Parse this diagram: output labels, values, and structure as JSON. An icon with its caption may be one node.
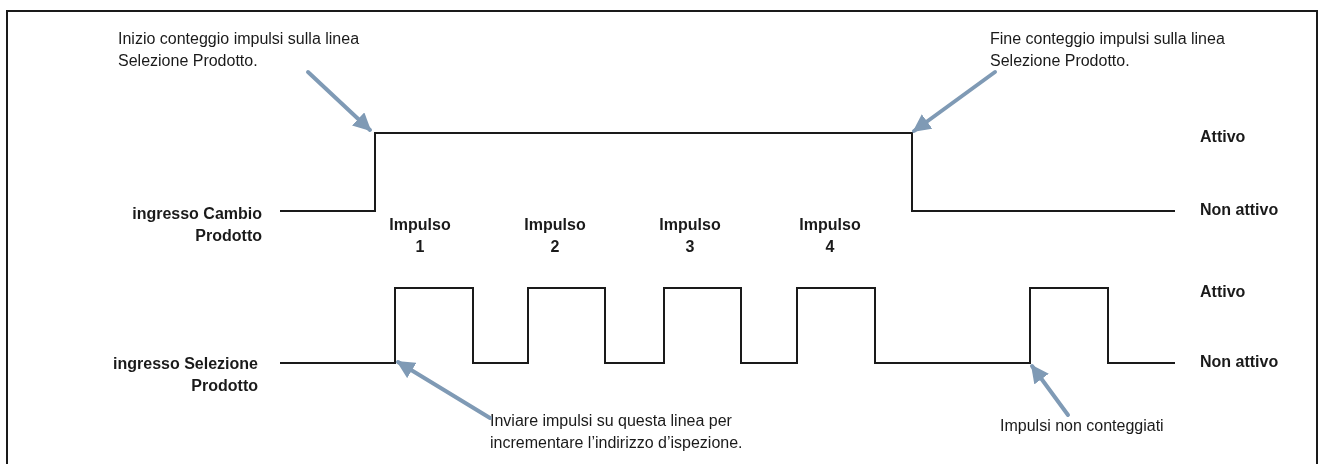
{
  "diagram": {
    "nodes": [
      {
        "text": [
          "Inizio conteggio impulsi sulla linea Selezione Prodotto."
        ]
      },
      {
        "text": [
          "Fine conteggio impulsi sulla linea Selezione Prodotto."
        ]
      },
      {
        "text": [],
        "shape": "line"
      },
      {
        "text": [],
        "shape": "line"
      },
      {
        "text": [
          "Inviare impulsi su questa linea per incrementare l’indirizzo d’ispezione."
        ]
      },
      {
        "text": [
          "Impulsi non conteggiati"
        ]
      }
    ],
    "edges": [
      {
        "from": 0,
        "to": 2,
        "arrow": "to"
      },
      {
        "from": 1,
        "to": 2,
        "arrow": "to"
      },
      {
        "from": 4,
        "to": 3,
        "arrow": "to"
      },
      {
        "from": 5,
        "to": 3,
        "arrow": "to"
      }
    ],
    "labels": [
      "ingresso Cambio Prodotto",
      "Attivo",
      "Non attivo",
      "Impulso 1",
      "Impulso 2",
      "Impulso 3",
      "Impulso 4",
      "ingresso Selezione Prodotto",
      "Attivo",
      "Non attivo"
    ]
  }
}
